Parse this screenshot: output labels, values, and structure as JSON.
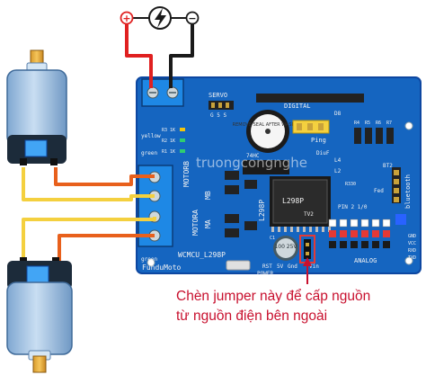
{
  "power_source": {
    "plus": "+",
    "minus": "−"
  },
  "board": {
    "servo_label": "SERVO",
    "servo_pins": "G 5 S",
    "digital_label": "DIGITAL",
    "ping_label": "Ping",
    "diuf_label": "DiuF",
    "d8_label": "D8",
    "r4_label": "R4",
    "r5_label": "R5",
    "r6_label": "R6",
    "r7_label": "R7",
    "ic_74hc_label": "74HC",
    "ic_l298p_label": "L298P",
    "motora_label": "MOTORA",
    "motorb_label": "MOTORB",
    "ma_label": "MA",
    "mb_label": "MB",
    "yellow_label": "yellow",
    "green_label": "green",
    "r3_label": "R3 1K",
    "r2_label": "R2 1K",
    "r1_label": "R1 1K",
    "model_label": "WCMCU_L298P",
    "brand_label": "FunduMoto",
    "pin_label": "PIN 2 1/0",
    "analog_label": "ANALOG",
    "power_label": "POWER",
    "bt_label": "BT2",
    "bluetooth_label": "bluetooth",
    "gnd_label": "GND",
    "vcc_label": "VCC",
    "rxd_label": "RXD",
    "txd_label": "TXD",
    "l4_label": "L4",
    "l2_label": "L2",
    "c1_label": "C1",
    "cap_label": "100 25V",
    "rst_label": "RST",
    "v5_label": "5V",
    "gnd2_label": "Gnd",
    "vin_label": "Vin",
    "buzzer_text": "REMOVE SEAL AFTER WASHING",
    "mid_text": "TV2",
    "fed_label": "Fed",
    "r330_label": "R330"
  },
  "watermark": "truongcongnghe",
  "caption": {
    "line1": "Chèn jumper này để cấp nguồn",
    "line2": "từ nguồn điện bên ngoài"
  },
  "colors": {
    "board": "#1565c0",
    "wire_red": "#e02020",
    "wire_black": "#1a1a1a",
    "wire_orange": "#e8601c",
    "wire_yellow": "#f4d03f",
    "motor_body": "#a9c9e8",
    "caption": "#c8102e",
    "terminal": "#1e88e5"
  }
}
